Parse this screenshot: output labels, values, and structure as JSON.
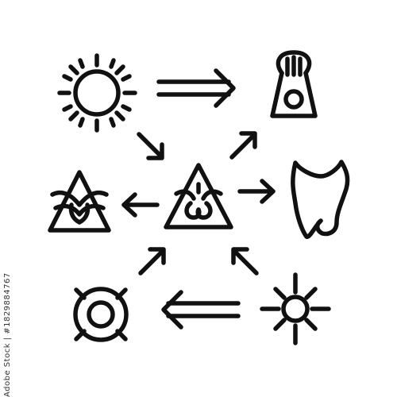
{
  "diagram": {
    "stroke_color": "#111111",
    "background": "#ffffff",
    "icons": {
      "top_left": "large-sun-icon",
      "top_right": "bell-flask-icon",
      "middle_left": "pyramid-with-wings-icon",
      "center": "ornate-triangle-icon",
      "middle_right": "vessel-shape-icon",
      "bottom_left": "target-crosshair-icon",
      "bottom_right": "small-sun-icon"
    },
    "arrows": [
      "double-arrow-right",
      "arrow-down-right",
      "arrow-up-right",
      "arrow-left",
      "arrow-right",
      "arrow-up-right-lower",
      "arrow-up-left-lower",
      "double-arrow-left"
    ]
  },
  "watermark": {
    "side_id": "Adobe Stock | #1829884767"
  }
}
